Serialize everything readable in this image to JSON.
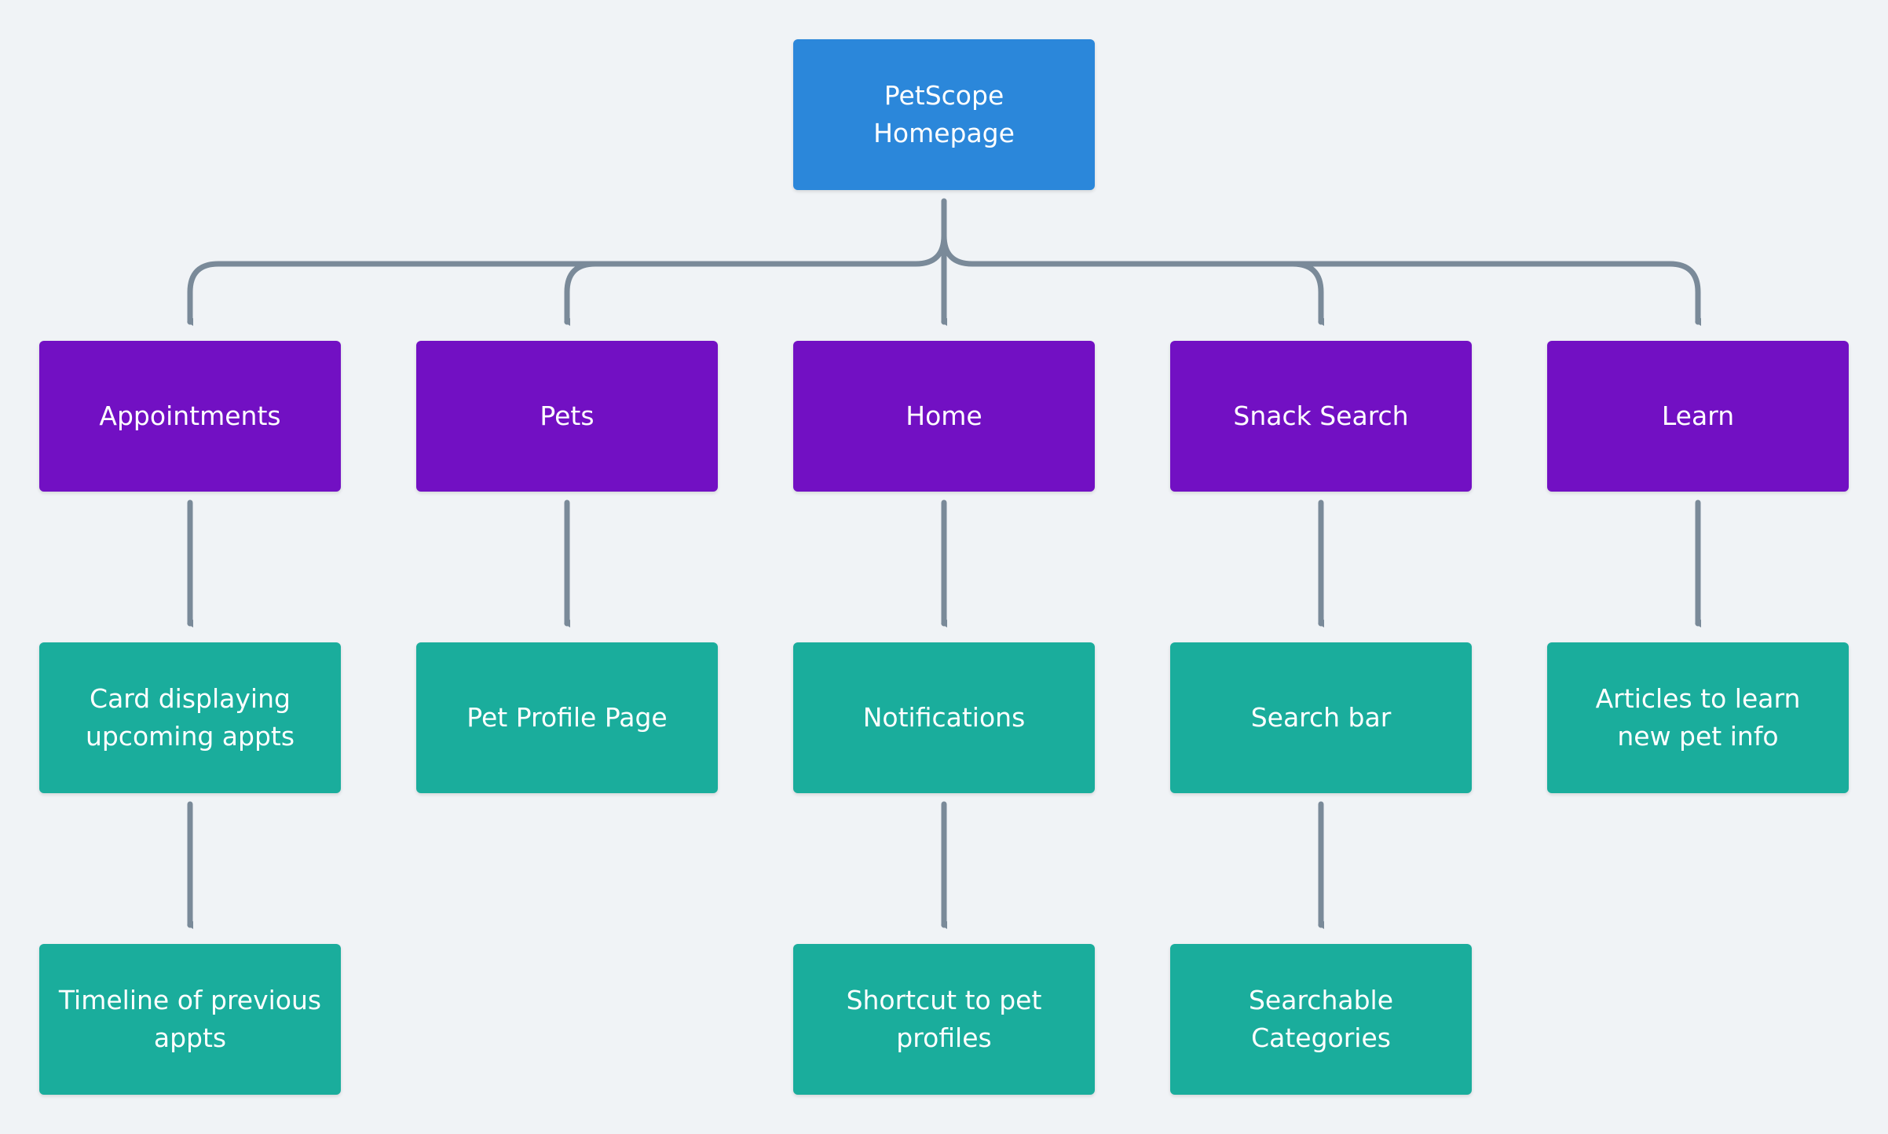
{
  "colors": {
    "background": "#f0f3f6",
    "root": "#2b87da",
    "section": "#7210c3",
    "leaf": "#1aad9c",
    "connector": "#7a8a99"
  },
  "root": {
    "label": "PetScope Homepage"
  },
  "sections": [
    {
      "label": "Appointments"
    },
    {
      "label": "Pets"
    },
    {
      "label": "Home"
    },
    {
      "label": "Snack Search"
    },
    {
      "label": "Learn"
    }
  ],
  "children": {
    "appointments": [
      {
        "label": "Card displaying upcoming appts"
      },
      {
        "label": "Timeline of previous appts"
      }
    ],
    "pets": [
      {
        "label": "Pet Profile Page"
      }
    ],
    "home": [
      {
        "label": "Notifications"
      },
      {
        "label": "Shortcut to pet profiles"
      }
    ],
    "snack_search": [
      {
        "label": "Search bar"
      },
      {
        "label": "Searchable Categories"
      }
    ],
    "learn": [
      {
        "label": "Articles to learn new pet info"
      }
    ]
  }
}
